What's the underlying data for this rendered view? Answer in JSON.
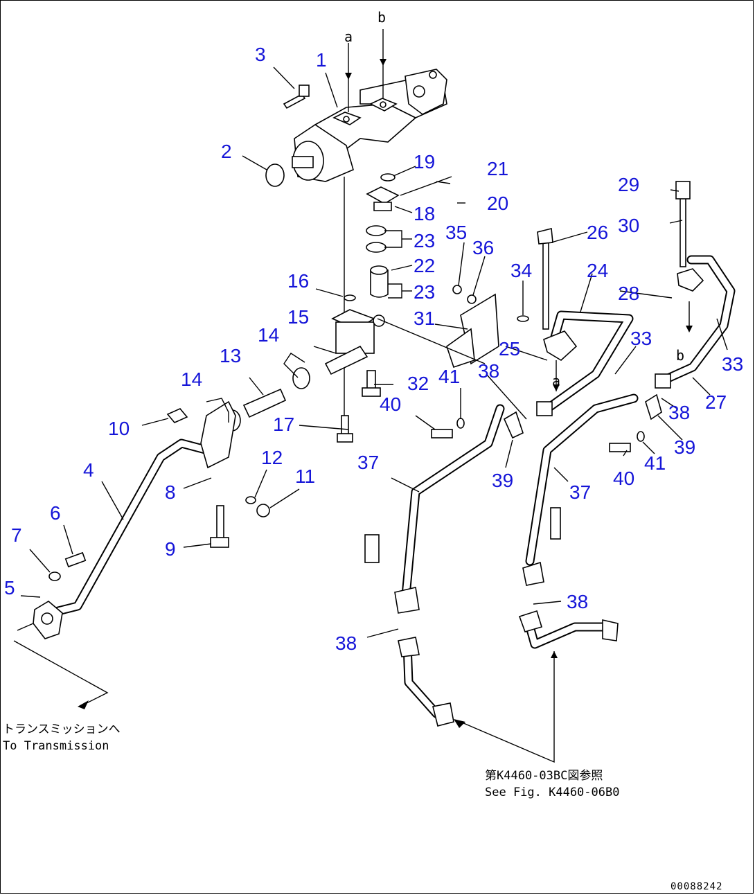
{
  "callouts": [
    "1",
    "2",
    "3",
    "4",
    "5",
    "6",
    "7",
    "8",
    "9",
    "10",
    "11",
    "12",
    "13",
    "14",
    "14",
    "15",
    "16",
    "17",
    "18",
    "19",
    "20",
    "21",
    "22",
    "23",
    "23",
    "24",
    "25",
    "26",
    "27",
    "28",
    "29",
    "30",
    "31",
    "32",
    "33",
    "33",
    "34",
    "35",
    "36",
    "37",
    "37",
    "38",
    "38",
    "38",
    "38",
    "39",
    "39",
    "40",
    "40",
    "41",
    "41"
  ],
  "refs": {
    "a_top": "a",
    "b_top": "b",
    "a_mid": "a",
    "b_mid": "b"
  },
  "notes": {
    "transmission_jp": "トランスミッションへ",
    "transmission_en": "To Transmission",
    "see_fig_jp": "第K4460-03BC図参照",
    "see_fig_en": "See Fig. K4460-06B0"
  },
  "drawing_code": "00088242",
  "colors": {
    "callout": "#1515d8",
    "line": "#000000",
    "background": "#ffffff"
  }
}
